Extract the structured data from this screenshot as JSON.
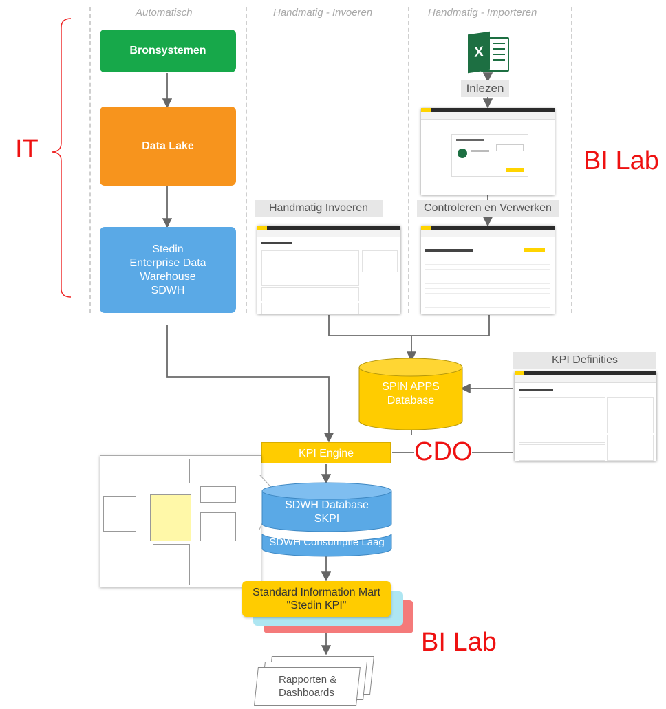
{
  "lanes": [
    "Automatisch",
    "Handmatig - Invoeren",
    "Handmatig - Importeren"
  ],
  "nodes": {
    "bronsystemen": "Bronsystemen",
    "data_lake": "Data Lake",
    "sdwh": [
      "Stedin",
      "Enterprise Data",
      "Warehouse",
      "SDWH"
    ],
    "excel_icon": "X",
    "inlezen": "Inlezen",
    "handmatig_invoeren": "Handmatig Invoeren",
    "controleren": "Controleren en Verwerken",
    "kpi_definities": "KPI Definities",
    "spin_apps": [
      "SPIN APPS",
      "Database"
    ],
    "kpi_engine": "KPI Engine",
    "sdwh_db": [
      "SDWH Database",
      "SKPI"
    ],
    "consumptie": "SDWH Consumptie Laag",
    "info_mart": [
      "Standard Information Mart",
      "\"Stedin KPI\""
    ],
    "rapporten": [
      "Rapporten &",
      "Dashboards"
    ]
  },
  "owners": {
    "it": "IT",
    "bi_lab_top": "BI Lab",
    "cdo": "CDO",
    "bi_lab_bottom": "BI Lab"
  },
  "colors": {
    "green": "#17a84a",
    "orange": "#f7941d",
    "blue": "#5aa9e6",
    "yellow": "#ffcc00",
    "red_label": "#ee1111",
    "excel": "#1d6f42"
  }
}
